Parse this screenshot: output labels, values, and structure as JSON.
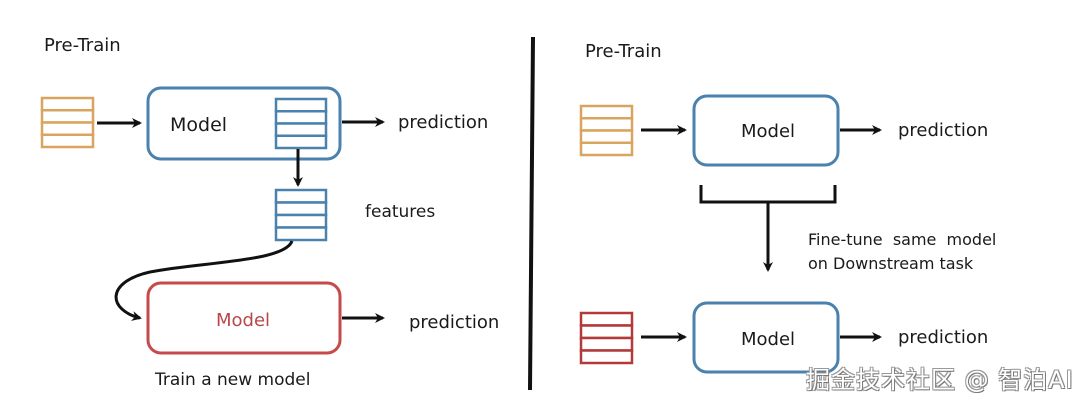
{
  "colors": {
    "orange": "#d9a55e",
    "blue": "#4b82ad",
    "red": "#c74a4a",
    "red_dark": "#b33a3a",
    "red_text": "#b8474a",
    "black": "#111111"
  },
  "left": {
    "title": "Pre-Train",
    "top_model_label": "Model",
    "top_prediction": "prediction",
    "features_label": "features",
    "bottom_model_label": "Model",
    "bottom_prediction": "prediction",
    "caption": "Train a new model"
  },
  "right": {
    "title": "Pre-Train",
    "top_model_label": "Model",
    "top_prediction": "prediction",
    "finetune_line1": "Fine-tune  same  model",
    "finetune_line2": "on Downstream task",
    "bottom_model_label": "Model",
    "bottom_prediction": "prediction"
  },
  "watermark": "掘金技术社区 @ 智泊AI"
}
